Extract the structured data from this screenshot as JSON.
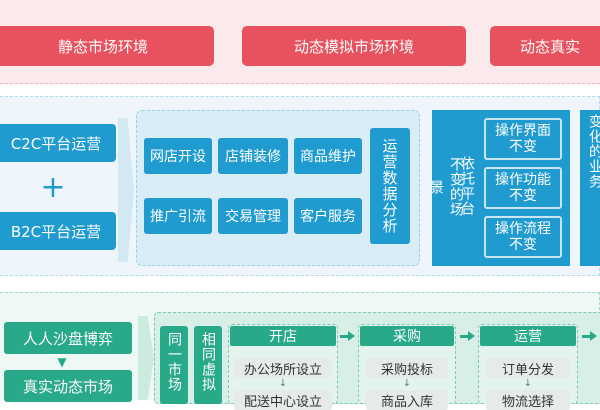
{
  "top": {
    "boxes": [
      "静态市场环境",
      "动态模拟市场环境",
      "动态真实"
    ]
  },
  "middle": {
    "left": {
      "c2c": "C2C平台运营",
      "plus": "+",
      "b2c": "B2C平台运营"
    },
    "grid": [
      "网店开设",
      "店铺装修",
      "商品维护",
      "推广引流",
      "交易管理",
      "客户服务"
    ],
    "analysis": "运营数据分析",
    "unchanged_scene": "不变的场景",
    "platform": "依托平台",
    "ops": [
      "操作界面不变",
      "操作功能不变",
      "操作流程不变"
    ],
    "changed": "变化的业务"
  },
  "bottom": {
    "left": {
      "title": "人人沙盘博弈",
      "market": "真实动态市场"
    },
    "market_v": "同一市场",
    "virtual_v": "相同虚拟",
    "stages": [
      {
        "title": "开店",
        "items": [
          "办公场所设立",
          "配送中心设立"
        ]
      },
      {
        "title": "采购",
        "items": [
          "采购投标",
          "商品入库"
        ]
      },
      {
        "title": "运营",
        "items": [
          "订单分发",
          "物流选择"
        ]
      }
    ]
  },
  "colors": {
    "red": "#e8515e",
    "blue": "#1f9bd0",
    "green": "#28a98a"
  }
}
